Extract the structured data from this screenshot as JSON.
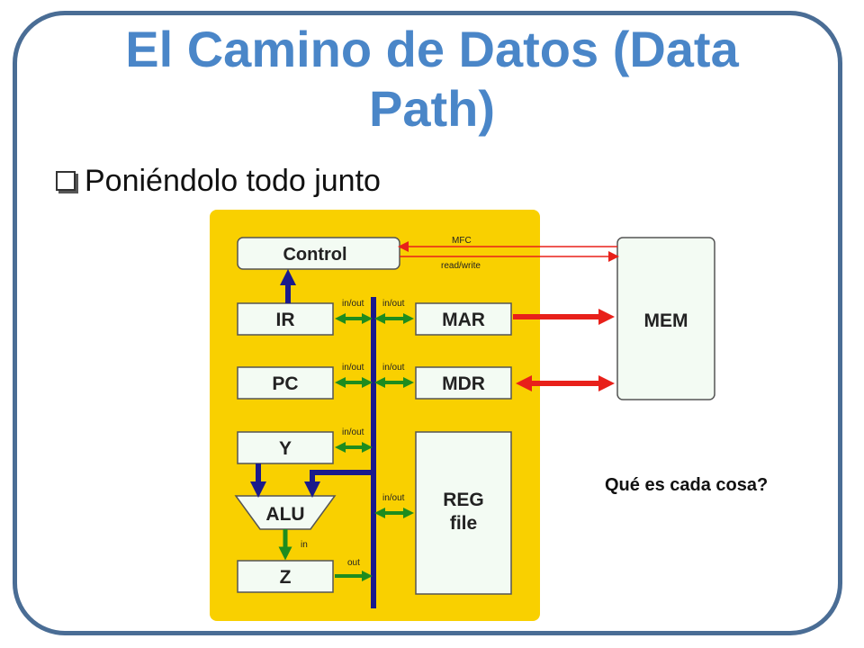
{
  "slide": {
    "title": "El Camino de Datos (Data Path)",
    "bullet": "Poniéndolo todo junto",
    "question": "Qué es cada cosa?"
  },
  "diagram": {
    "blocks": {
      "control": "Control",
      "ir": "IR",
      "pc": "PC",
      "y": "Y",
      "alu": "ALU",
      "z": "Z",
      "mar": "MAR",
      "mdr": "MDR",
      "reg_file_line1": "REG",
      "reg_file_line2": "file",
      "mem": "MEM"
    },
    "signals": {
      "mfc": "MFC",
      "read_write": "read/write",
      "in_out": "in/out",
      "in": "in",
      "out": "out"
    },
    "colors": {
      "panel": "#f9d000",
      "bus": "#1a1a8c",
      "green_arrow": "#1e8c1e",
      "red_arrow": "#e8201a",
      "title": "#4a86c8"
    }
  }
}
